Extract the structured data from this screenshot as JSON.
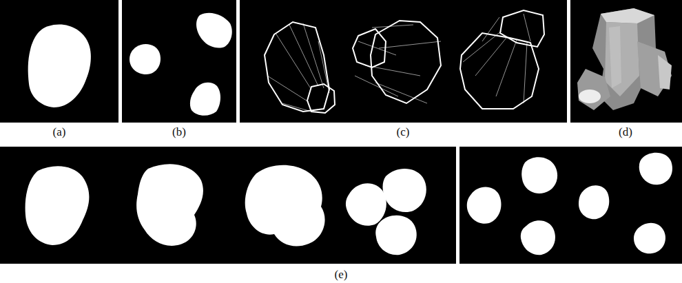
{
  "diagram": {
    "labels": [
      "(a)",
      "(b)",
      "(c)",
      "(d)",
      "(e)"
    ]
  }
}
